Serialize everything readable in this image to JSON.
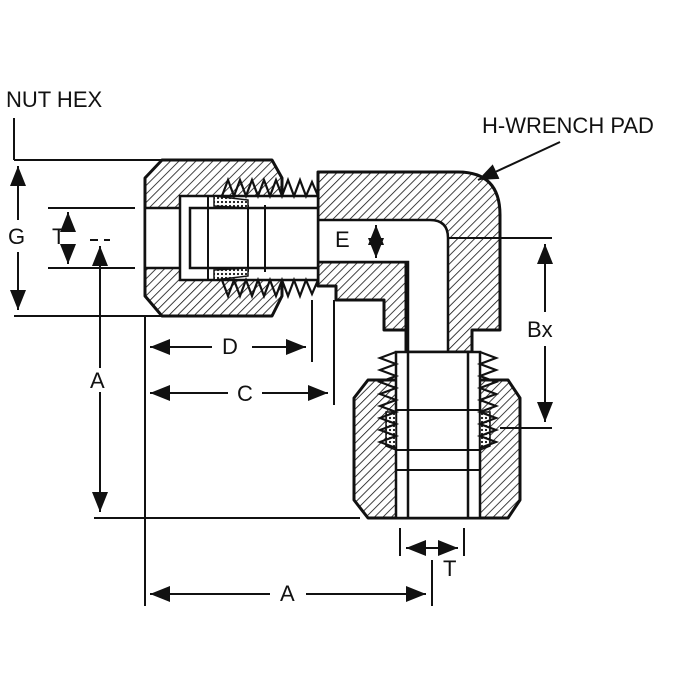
{
  "labels": {
    "nut_hex": "NUT HEX",
    "h_wrench_pad": "H-WRENCH PAD",
    "g": "G",
    "t_left": "T",
    "e": "E",
    "bx": "Bx",
    "d": "D",
    "a_vertical": "A",
    "c": "C",
    "t_bottom": "T",
    "a_horizontal": "A"
  },
  "colors": {
    "ink": "#111111",
    "paper": "#ffffff"
  }
}
